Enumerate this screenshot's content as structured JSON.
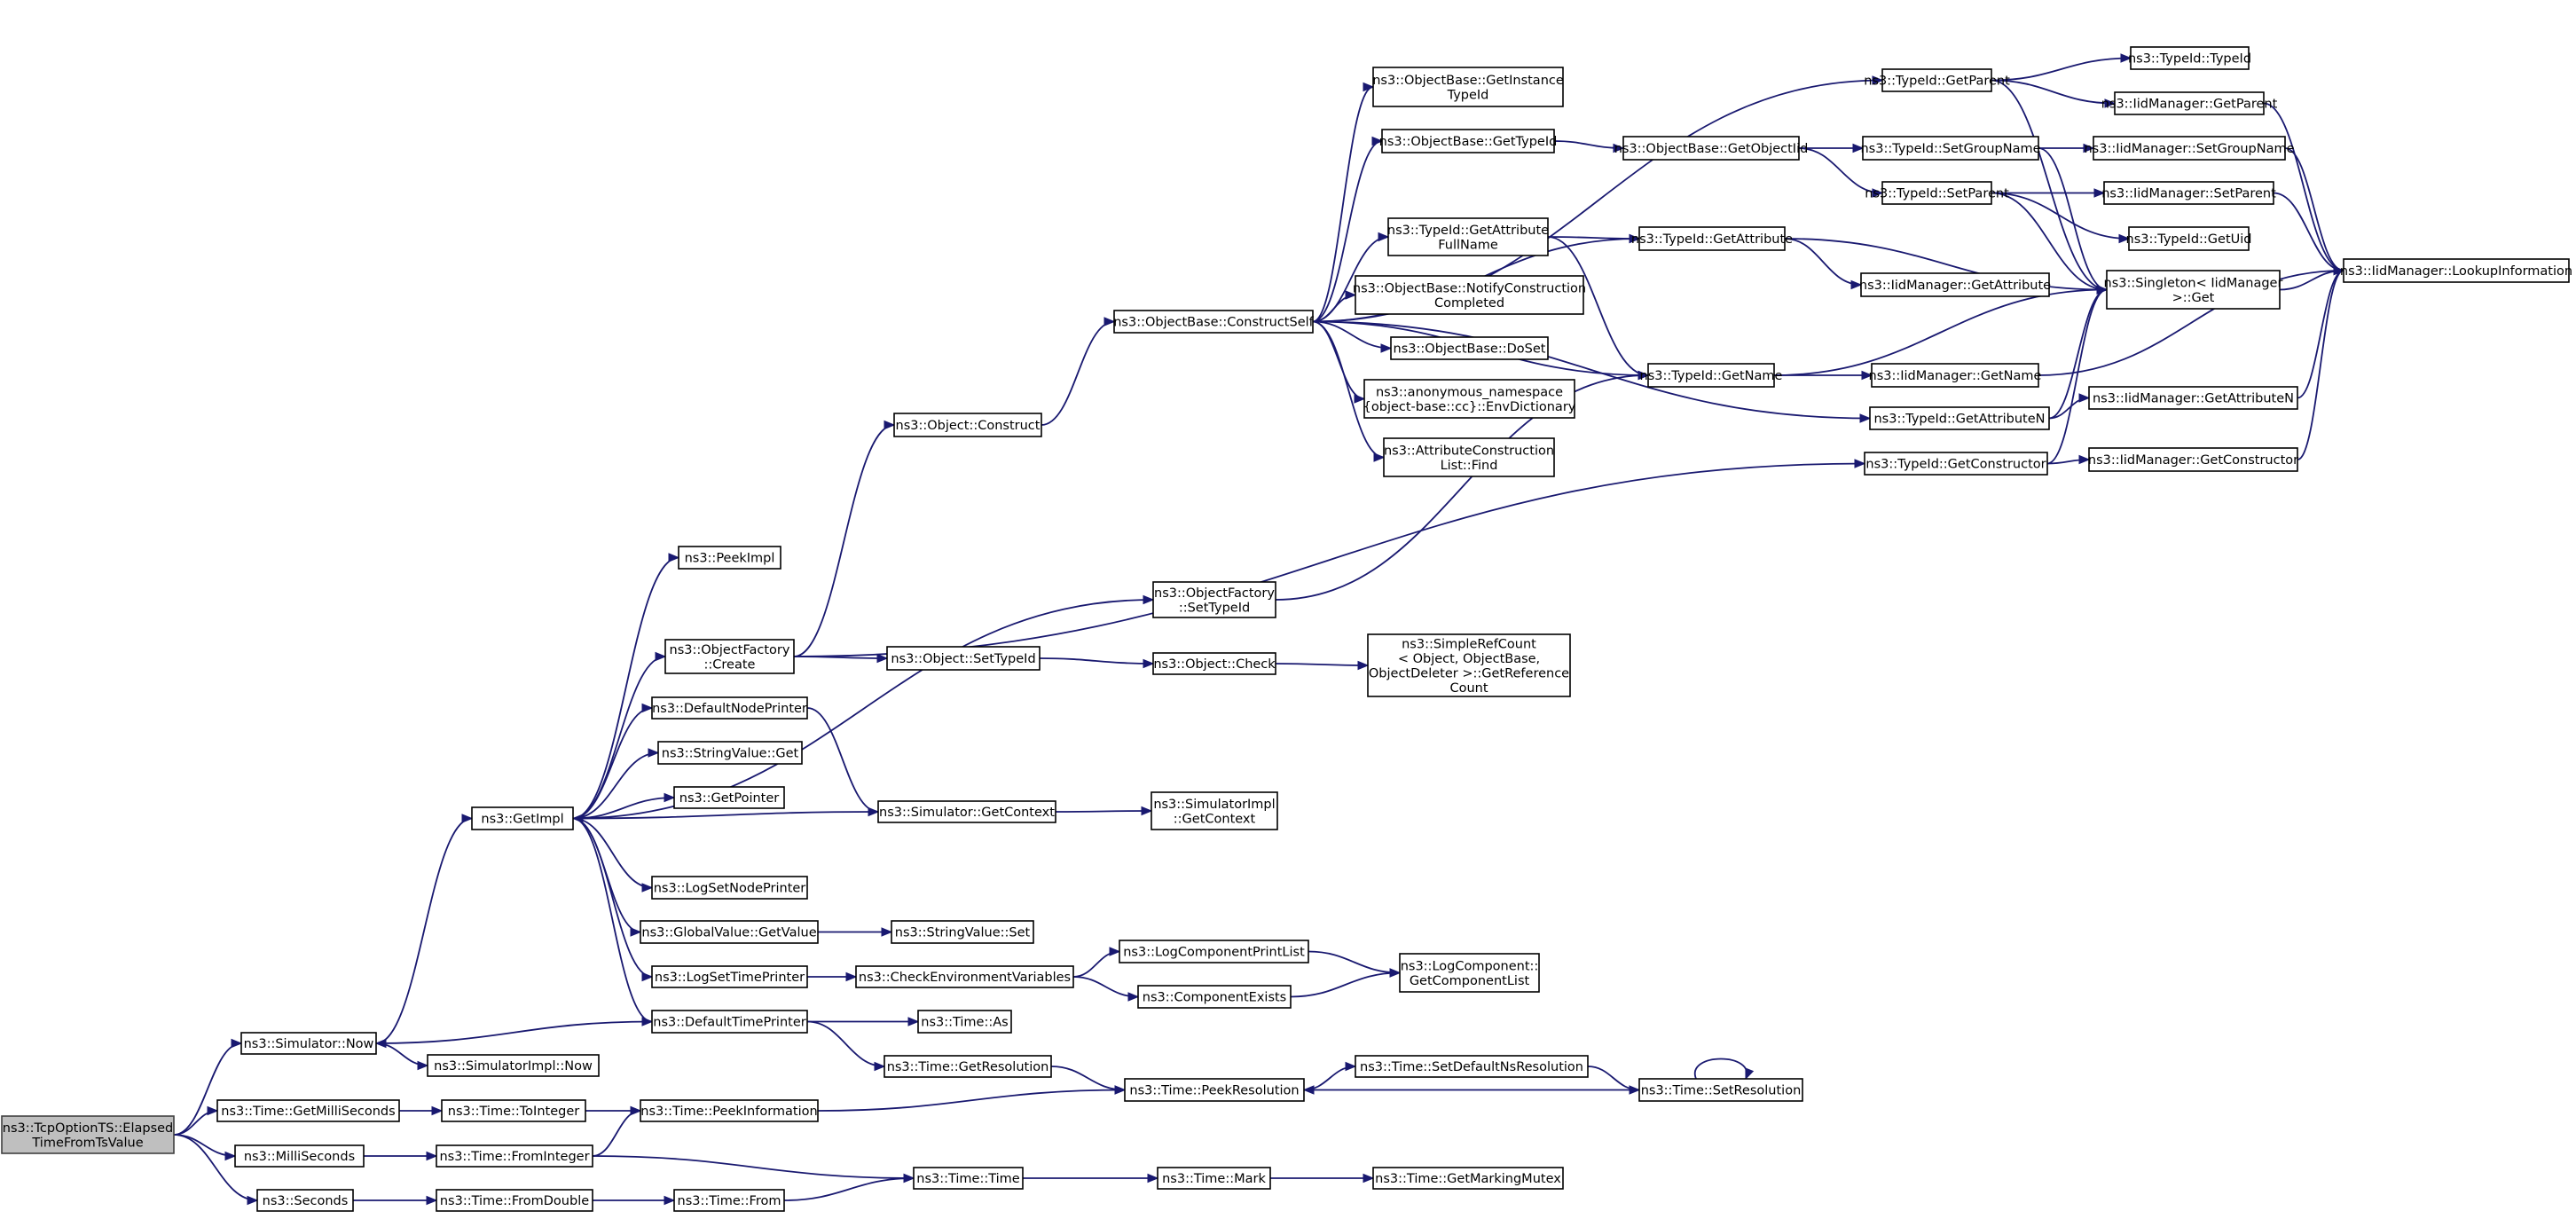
{
  "graph": {
    "root": "root",
    "nodes": [
      {
        "id": "root",
        "lines": [
          "ns3::TcpOptionTS::Elapsed",
          "TimeFromTsValue"
        ]
      },
      {
        "id": "simNow",
        "lines": [
          "ns3::Simulator::Now"
        ]
      },
      {
        "id": "getMilli",
        "lines": [
          "ns3::Time::GetMilliSeconds"
        ]
      },
      {
        "id": "milliSec",
        "lines": [
          "ns3::MilliSeconds"
        ]
      },
      {
        "id": "seconds",
        "lines": [
          "ns3::Seconds"
        ]
      },
      {
        "id": "getImpl",
        "lines": [
          "ns3::GetImpl"
        ]
      },
      {
        "id": "simImplNow",
        "lines": [
          "ns3::SimulatorImpl::Now"
        ]
      },
      {
        "id": "toInteger",
        "lines": [
          "ns3::Time::ToInteger"
        ]
      },
      {
        "id": "fromInteger",
        "lines": [
          "ns3::Time::FromInteger"
        ]
      },
      {
        "id": "fromDouble",
        "lines": [
          "ns3::Time::FromDouble"
        ]
      },
      {
        "id": "peekImpl",
        "lines": [
          "ns3::PeekImpl"
        ]
      },
      {
        "id": "objFactCreate",
        "lines": [
          "ns3::ObjectFactory",
          "::Create"
        ]
      },
      {
        "id": "defNodePrinter",
        "lines": [
          "ns3::DefaultNodePrinter"
        ]
      },
      {
        "id": "strValGet",
        "lines": [
          "ns3::StringValue::Get"
        ]
      },
      {
        "id": "getPointer",
        "lines": [
          "ns3::GetPointer"
        ]
      },
      {
        "id": "logSetNodePrinter",
        "lines": [
          "ns3::LogSetNodePrinter"
        ]
      },
      {
        "id": "globValGetValue",
        "lines": [
          "ns3::GlobalValue::GetValue"
        ]
      },
      {
        "id": "logSetTimePrinter",
        "lines": [
          "ns3::LogSetTimePrinter"
        ]
      },
      {
        "id": "defTimePrinter",
        "lines": [
          "ns3::DefaultTimePrinter"
        ]
      },
      {
        "id": "peekInfo",
        "lines": [
          "ns3::Time::PeekInformation"
        ]
      },
      {
        "id": "timeFrom",
        "lines": [
          "ns3::Time::From"
        ]
      },
      {
        "id": "objConstruct",
        "lines": [
          "ns3::Object::Construct"
        ]
      },
      {
        "id": "objSetTypeId",
        "lines": [
          "ns3::Object::SetTypeId"
        ]
      },
      {
        "id": "simGetContext",
        "lines": [
          "ns3::Simulator::GetContext"
        ]
      },
      {
        "id": "strValSet",
        "lines": [
          "ns3::StringValue::Set"
        ]
      },
      {
        "id": "checkEnv",
        "lines": [
          "ns3::CheckEnvironmentVariables"
        ]
      },
      {
        "id": "timeAs",
        "lines": [
          "ns3::Time::As"
        ]
      },
      {
        "id": "getResolution",
        "lines": [
          "ns3::Time::GetResolution"
        ]
      },
      {
        "id": "timeTime",
        "lines": [
          "ns3::Time::Time"
        ]
      },
      {
        "id": "constructSelf",
        "lines": [
          "ns3::ObjectBase::ConstructSelf"
        ]
      },
      {
        "id": "objFactSetTypeId",
        "lines": [
          "ns3::ObjectFactory",
          "::SetTypeId"
        ]
      },
      {
        "id": "objCheck",
        "lines": [
          "ns3::Object::Check"
        ]
      },
      {
        "id": "simImplGetContext",
        "lines": [
          "ns3::SimulatorImpl",
          "::GetContext"
        ]
      },
      {
        "id": "logCompPrintList",
        "lines": [
          "ns3::LogComponentPrintList"
        ]
      },
      {
        "id": "compExists",
        "lines": [
          "ns3::ComponentExists"
        ]
      },
      {
        "id": "peekResolution",
        "lines": [
          "ns3::Time::PeekResolution"
        ]
      },
      {
        "id": "timeMark",
        "lines": [
          "ns3::Time::Mark"
        ]
      },
      {
        "id": "getInstTypeId",
        "lines": [
          "ns3::ObjectBase::GetInstance",
          "TypeId"
        ]
      },
      {
        "id": "obGetTypeId",
        "lines": [
          "ns3::ObjectBase::GetTypeId"
        ]
      },
      {
        "id": "getAttrFullName",
        "lines": [
          "ns3::TypeId::GetAttribute",
          "FullName"
        ]
      },
      {
        "id": "notifyConstr",
        "lines": [
          "ns3::ObjectBase::NotifyConstruction",
          "Completed"
        ]
      },
      {
        "id": "obDoSet",
        "lines": [
          "ns3::ObjectBase::DoSet"
        ]
      },
      {
        "id": "anonEnvDict",
        "lines": [
          "ns3::anonymous_namespace",
          "{object-base::cc}::EnvDictionary"
        ]
      },
      {
        "id": "attrConstrFind",
        "lines": [
          "ns3::AttributeConstruction",
          "List::Find"
        ]
      },
      {
        "id": "simpleRefCount",
        "lines": [
          "ns3::SimpleRefCount",
          "< Object, ObjectBase,",
          "ObjectDeleter >::GetReference",
          "Count"
        ]
      },
      {
        "id": "logCompGetList",
        "lines": [
          "ns3::LogComponent::",
          "GetComponentList"
        ]
      },
      {
        "id": "setDefNsRes",
        "lines": [
          "ns3::Time::SetDefaultNsResolution"
        ]
      },
      {
        "id": "getMarkingMutex",
        "lines": [
          "ns3::Time::GetMarkingMutex"
        ]
      },
      {
        "id": "getObjectIid",
        "lines": [
          "ns3::ObjectBase::GetObjectIid"
        ]
      },
      {
        "id": "tidGetAttribute",
        "lines": [
          "ns3::TypeId::GetAttribute"
        ]
      },
      {
        "id": "tidGetName",
        "lines": [
          "ns3::TypeId::GetName"
        ]
      },
      {
        "id": "setResolution",
        "lines": [
          "ns3::Time::SetResolution"
        ]
      },
      {
        "id": "tidGetParent",
        "lines": [
          "ns3::TypeId::GetParent"
        ]
      },
      {
        "id": "tidSetGroupName",
        "lines": [
          "ns3::TypeId::SetGroupName"
        ]
      },
      {
        "id": "tidSetParent",
        "lines": [
          "ns3::TypeId::SetParent"
        ]
      },
      {
        "id": "iidGetAttribute",
        "lines": [
          "ns3::IidManager::GetAttribute"
        ]
      },
      {
        "id": "iidGetName",
        "lines": [
          "ns3::IidManager::GetName"
        ]
      },
      {
        "id": "tidGetAttributeN",
        "lines": [
          "ns3::TypeId::GetAttributeN"
        ]
      },
      {
        "id": "tidGetConstructor",
        "lines": [
          "ns3::TypeId::GetConstructor"
        ]
      },
      {
        "id": "tidTypeId",
        "lines": [
          "ns3::TypeId::TypeId"
        ]
      },
      {
        "id": "iidGetParent",
        "lines": [
          "ns3::IidManager::GetParent"
        ]
      },
      {
        "id": "iidSetGroupName",
        "lines": [
          "ns3::IidManager::SetGroupName"
        ]
      },
      {
        "id": "iidSetParent",
        "lines": [
          "ns3::IidManager::SetParent"
        ]
      },
      {
        "id": "tidGetUid",
        "lines": [
          "ns3::TypeId::GetUid"
        ]
      },
      {
        "id": "singletonGet",
        "lines": [
          "ns3::Singleton< IidManager",
          " >::Get"
        ]
      },
      {
        "id": "iidGetAttributeN",
        "lines": [
          "ns3::IidManager::GetAttributeN"
        ]
      },
      {
        "id": "iidGetConstructor",
        "lines": [
          "ns3::IidManager::GetConstructor"
        ]
      },
      {
        "id": "iidLookup",
        "lines": [
          "ns3::IidManager::LookupInformation"
        ]
      }
    ],
    "edges": [
      [
        "root",
        "simNow"
      ],
      [
        "root",
        "getMilli"
      ],
      [
        "root",
        "milliSec"
      ],
      [
        "root",
        "seconds"
      ],
      [
        "simNow",
        "getImpl"
      ],
      [
        "simNow",
        "simImplNow"
      ],
      [
        "getMilli",
        "toInteger"
      ],
      [
        "milliSec",
        "fromInteger"
      ],
      [
        "seconds",
        "fromDouble"
      ],
      [
        "getImpl",
        "peekImpl"
      ],
      [
        "getImpl",
        "objFactCreate"
      ],
      [
        "getImpl",
        "defNodePrinter"
      ],
      [
        "getImpl",
        "strValGet"
      ],
      [
        "getImpl",
        "getPointer"
      ],
      [
        "getImpl",
        "logSetNodePrinter"
      ],
      [
        "getImpl",
        "globValGetValue"
      ],
      [
        "getImpl",
        "logSetTimePrinter"
      ],
      [
        "getImpl",
        "defTimePrinter"
      ],
      [
        "getImpl",
        "objFactSetTypeId"
      ],
      [
        "toInteger",
        "peekInfo"
      ],
      [
        "fromInteger",
        "peekInfo"
      ],
      [
        "fromInteger",
        "timeTime"
      ],
      [
        "fromDouble",
        "timeFrom"
      ],
      [
        "objFactCreate",
        "objConstruct"
      ],
      [
        "objFactCreate",
        "objSetTypeId"
      ],
      [
        "objFactCreate",
        "tidGetConstructor"
      ],
      [
        "defNodePrinter",
        "simGetContext"
      ],
      [
        "globValGetValue",
        "strValSet"
      ],
      [
        "logSetTimePrinter",
        "checkEnv"
      ],
      [
        "defTimePrinter",
        "simNow"
      ],
      [
        "defTimePrinter",
        "timeAs"
      ],
      [
        "defTimePrinter",
        "getResolution"
      ],
      [
        "peekInfo",
        "peekResolution"
      ],
      [
        "timeFrom",
        "timeTime"
      ],
      [
        "objConstruct",
        "constructSelf"
      ],
      [
        "objSetTypeId",
        "objCheck"
      ],
      [
        "simGetContext",
        "getImpl"
      ],
      [
        "simGetContext",
        "simImplGetContext"
      ],
      [
        "checkEnv",
        "logCompPrintList"
      ],
      [
        "checkEnv",
        "compExists"
      ],
      [
        "getResolution",
        "peekResolution"
      ],
      [
        "timeTime",
        "timeMark"
      ],
      [
        "constructSelf",
        "tidGetParent"
      ],
      [
        "constructSelf",
        "getInstTypeId"
      ],
      [
        "constructSelf",
        "obGetTypeId"
      ],
      [
        "constructSelf",
        "getAttrFullName"
      ],
      [
        "constructSelf",
        "tidGetAttribute"
      ],
      [
        "constructSelf",
        "notifyConstr"
      ],
      [
        "constructSelf",
        "obDoSet"
      ],
      [
        "constructSelf",
        "anonEnvDict"
      ],
      [
        "constructSelf",
        "attrConstrFind"
      ],
      [
        "constructSelf",
        "tidGetName"
      ],
      [
        "constructSelf",
        "tidGetAttributeN"
      ],
      [
        "objFactSetTypeId",
        "tidGetName"
      ],
      [
        "objCheck",
        "simpleRefCount"
      ],
      [
        "logCompPrintList",
        "logCompGetList"
      ],
      [
        "compExists",
        "logCompGetList"
      ],
      [
        "peekResolution",
        "setDefNsRes"
      ],
      [
        "timeMark",
        "getMarkingMutex"
      ],
      [
        "obGetTypeId",
        "getObjectIid"
      ],
      [
        "getAttrFullName",
        "tidGetAttribute"
      ],
      [
        "getAttrFullName",
        "tidGetName"
      ],
      [
        "setDefNsRes",
        "setResolution"
      ],
      [
        "setResolution",
        "peekResolution"
      ],
      [
        "setResolution",
        "setResolution"
      ],
      [
        "getObjectIid",
        "tidSetGroupName"
      ],
      [
        "getObjectIid",
        "tidSetParent"
      ],
      [
        "tidGetAttribute",
        "iidGetAttribute"
      ],
      [
        "tidGetAttribute",
        "singletonGet"
      ],
      [
        "tidGetName",
        "singletonGet"
      ],
      [
        "tidGetName",
        "iidGetName"
      ],
      [
        "tidGetParent",
        "tidTypeId"
      ],
      [
        "tidGetParent",
        "iidGetParent"
      ],
      [
        "tidGetParent",
        "singletonGet"
      ],
      [
        "tidSetGroupName",
        "iidSetGroupName"
      ],
      [
        "tidSetGroupName",
        "singletonGet"
      ],
      [
        "tidSetParent",
        "iidSetParent"
      ],
      [
        "tidSetParent",
        "tidGetUid"
      ],
      [
        "tidSetParent",
        "singletonGet"
      ],
      [
        "iidGetName",
        "iidLookup"
      ],
      [
        "tidGetAttributeN",
        "singletonGet"
      ],
      [
        "tidGetAttributeN",
        "iidGetAttributeN"
      ],
      [
        "tidGetConstructor",
        "singletonGet"
      ],
      [
        "tidGetConstructor",
        "iidGetConstructor"
      ],
      [
        "iidGetParent",
        "iidLookup"
      ],
      [
        "iidSetGroupName",
        "iidLookup"
      ],
      [
        "iidSetParent",
        "iidLookup"
      ],
      [
        "singletonGet",
        "iidLookup"
      ],
      [
        "iidGetAttributeN",
        "iidLookup"
      ],
      [
        "iidGetConstructor",
        "iidLookup"
      ]
    ]
  }
}
